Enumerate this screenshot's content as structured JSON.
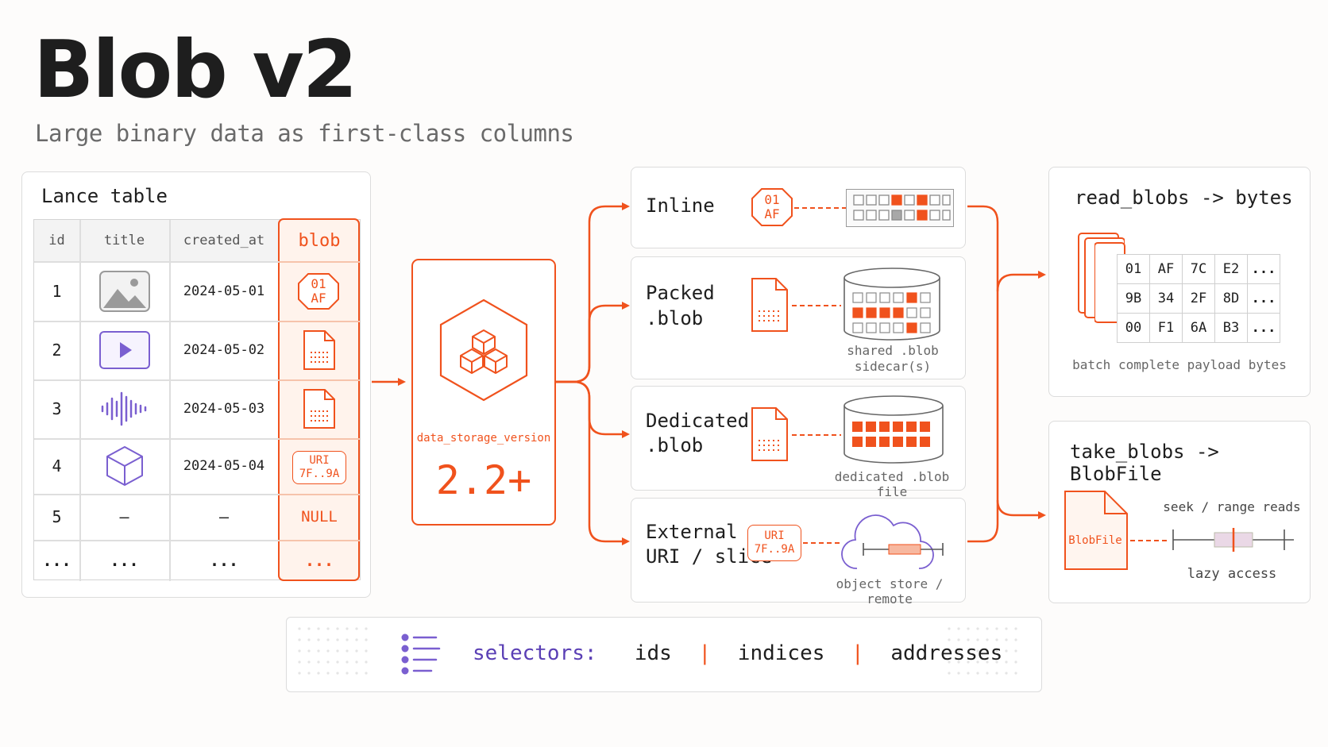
{
  "header": {
    "title": "Blob v2",
    "subtitle": "Large binary data as first-class columns"
  },
  "lance_table": {
    "heading": "Lance table",
    "columns": [
      "id",
      "title",
      "created_at",
      "blob"
    ],
    "rows": [
      {
        "id": "1",
        "title_icon": "image-icon",
        "created_at": "2024-05-01",
        "blob": "01 AF",
        "blob_kind": "hex-chip"
      },
      {
        "id": "2",
        "title_icon": "video-icon",
        "created_at": "2024-05-02",
        "blob": "",
        "blob_kind": "file-icon"
      },
      {
        "id": "3",
        "title_icon": "audio-wave-icon",
        "created_at": "2024-05-03",
        "blob": "",
        "blob_kind": "file-icon"
      },
      {
        "id": "4",
        "title_icon": "cube-icon",
        "created_at": "2024-05-04",
        "blob": "URI 7F..9A",
        "blob_kind": "uri-chip"
      },
      {
        "id": "5",
        "title": "–",
        "created_at": "–",
        "blob": "NULL"
      },
      {
        "id": "...",
        "title": "...",
        "created_at": "...",
        "blob": "..."
      }
    ]
  },
  "version_box": {
    "label": "data_storage_version",
    "value": "2.2+",
    "icon": "cubes-hexagon-icon"
  },
  "storage": {
    "inline": {
      "label": "Inline",
      "chip": "01 AF"
    },
    "packed": {
      "label_line1": "Packed",
      "label_line2": ".blob",
      "caption_line1": "shared .blob",
      "caption_line2": "sidecar(s)"
    },
    "dedicated": {
      "label_line1": "Dedicated",
      "label_line2": ".blob",
      "caption": "dedicated .blob file"
    },
    "external": {
      "label_line1": "External",
      "label_line2": "URI / slice",
      "chip_line1": "URI",
      "chip_line2": "7F..9A",
      "caption": "object store / remote"
    }
  },
  "read_blobs": {
    "title": "read_blobs -> bytes",
    "bytes": [
      [
        "01",
        "AF",
        "7C",
        "E2",
        "..."
      ],
      [
        "9B",
        "34",
        "2F",
        "8D",
        "..."
      ],
      [
        "00",
        "F1",
        "6A",
        "B3",
        "..."
      ]
    ],
    "caption": "batch complete payload bytes"
  },
  "take_blobs": {
    "title": "take_blobs -> BlobFile",
    "file_label": "BlobFile",
    "seek_caption": "seek / range reads",
    "lazy_caption": "lazy access"
  },
  "selectors": {
    "label": "selectors:",
    "items": [
      "ids",
      "indices",
      "addresses"
    ],
    "separator": "|"
  },
  "colors": {
    "accent": "#f0521d",
    "purple": "#7a5fd0",
    "text": "#1e1e1e",
    "muted": "#666666",
    "border": "#dcdcdc"
  }
}
